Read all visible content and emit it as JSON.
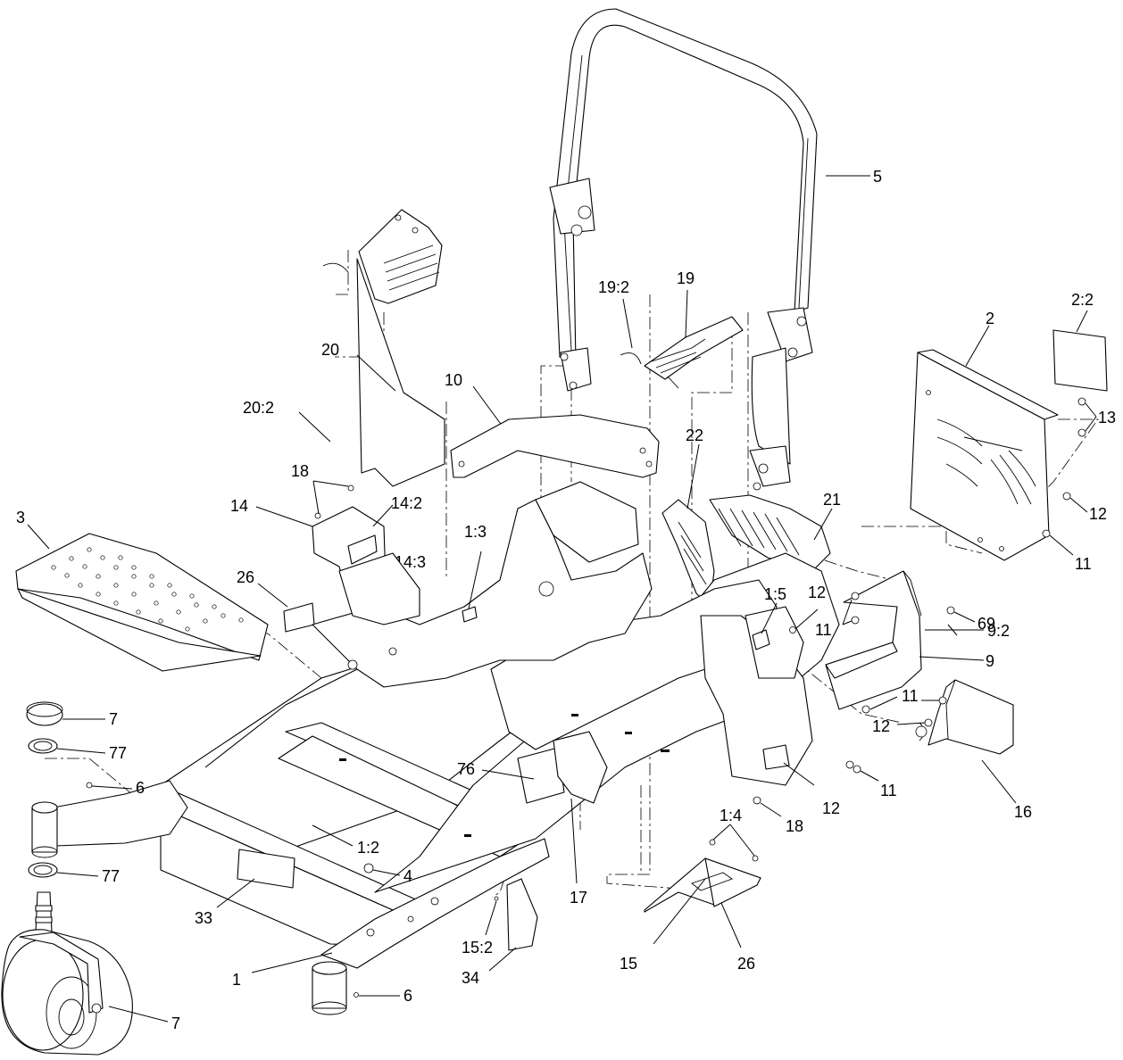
{
  "callouts": [
    {
      "id": "c5",
      "text": "5"
    },
    {
      "id": "c19-2",
      "text": "19:2"
    },
    {
      "id": "c19",
      "text": "19"
    },
    {
      "id": "c2-2",
      "text": "2:2"
    },
    {
      "id": "c2",
      "text": "2"
    },
    {
      "id": "c20",
      "text": "20"
    },
    {
      "id": "c10",
      "text": "10"
    },
    {
      "id": "c20-2",
      "text": "20:2"
    },
    {
      "id": "c22",
      "text": "22"
    },
    {
      "id": "c13",
      "text": "13"
    },
    {
      "id": "c18a",
      "text": "18"
    },
    {
      "id": "c21",
      "text": "21"
    },
    {
      "id": "c14-2",
      "text": "14:2"
    },
    {
      "id": "c14",
      "text": "14"
    },
    {
      "id": "c3",
      "text": "3"
    },
    {
      "id": "c1-3",
      "text": "1:3"
    },
    {
      "id": "c12a",
      "text": "12"
    },
    {
      "id": "c14-3",
      "text": "14:3"
    },
    {
      "id": "c11a",
      "text": "11"
    },
    {
      "id": "c26a",
      "text": "26"
    },
    {
      "id": "c12b",
      "text": "12"
    },
    {
      "id": "c1-5",
      "text": "1:5"
    },
    {
      "id": "c69",
      "text": "69"
    },
    {
      "id": "c11b",
      "text": "11"
    },
    {
      "id": "c9-2",
      "text": "9:2"
    },
    {
      "id": "c9",
      "text": "9"
    },
    {
      "id": "c7a",
      "text": "7"
    },
    {
      "id": "c11c",
      "text": "11"
    },
    {
      "id": "c12c",
      "text": "12"
    },
    {
      "id": "c77a",
      "text": "77"
    },
    {
      "id": "c76",
      "text": "76"
    },
    {
      "id": "c6a",
      "text": "6"
    },
    {
      "id": "c11d",
      "text": "11"
    },
    {
      "id": "c16",
      "text": "16"
    },
    {
      "id": "c1-4",
      "text": "1:4"
    },
    {
      "id": "c12d",
      "text": "12"
    },
    {
      "id": "c18b",
      "text": "18"
    },
    {
      "id": "c1-2",
      "text": "1:2"
    },
    {
      "id": "c77b",
      "text": "77"
    },
    {
      "id": "c4",
      "text": "4"
    },
    {
      "id": "c26b",
      "text": "26"
    },
    {
      "id": "c17",
      "text": "17"
    },
    {
      "id": "c33",
      "text": "33"
    },
    {
      "id": "c15-2",
      "text": "15:2"
    },
    {
      "id": "c15",
      "text": "15"
    },
    {
      "id": "c34",
      "text": "34"
    },
    {
      "id": "c1",
      "text": "1"
    },
    {
      "id": "c6b",
      "text": "6"
    },
    {
      "id": "c7b",
      "text": "7"
    }
  ]
}
